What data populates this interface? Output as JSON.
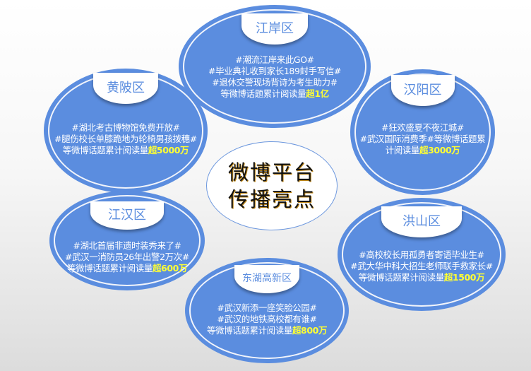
{
  "center": {
    "line1": "微博平台",
    "line2": "传播亮点"
  },
  "colors": {
    "bubble_fill": "#5b8ddf",
    "ring": "#f1f4fb",
    "highlight": "#ffff33",
    "tab_text": "#5b8ddf",
    "center_border": "#6c97de"
  },
  "districts": [
    {
      "name": "江岸区",
      "lines": [
        "#潮流江岸来此GO#",
        "#毕业典礼收到家长189封手写信#",
        "#退休交警现场背诗为考生助力#"
      ],
      "summary_prefix": "等微博话题累计阅读量",
      "summary_highlight": "超1亿"
    },
    {
      "name": "黄陂区",
      "lines": [
        "#湖北考古博物馆免费开放#",
        "#腿伤校长单膝跪地为轮椅男孩拨穗#"
      ],
      "summary_prefix": "等微博话题累计阅读量",
      "summary_highlight": "超5000万"
    },
    {
      "name": "汉阳区",
      "lines": [
        "#狂欢盛夏不夜江城#",
        "#武汉国际消费季#等微博话题累"
      ],
      "summary_prefix": "计阅读量",
      "summary_highlight": "超3000万"
    },
    {
      "name": "江汉区",
      "lines": [
        "#湖北首届非遗时装秀来了#",
        "#武汉一消防员26年出警2万次#"
      ],
      "summary_prefix": "等微博话题累计阅读量",
      "summary_highlight": "超600万"
    },
    {
      "name": "洪山区",
      "lines": [
        "#高校校长用孤勇者寄语毕业生#",
        "#武大华中科大招生老师联手救家长#"
      ],
      "summary_prefix": "等微博话题累计阅读量",
      "summary_highlight": "超1500万"
    },
    {
      "name": "东湖高新区",
      "lines": [
        "#武汉新添一座笑脸公园#",
        "#武汉的地铁高校都有谁#"
      ],
      "summary_prefix": "等微博话题累计阅读量",
      "summary_highlight": "超800万"
    }
  ]
}
